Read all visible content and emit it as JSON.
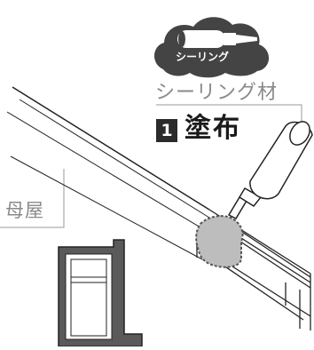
{
  "tool_badge": {
    "label": "シーリング",
    "icon": "sealant-tube-icon",
    "bg_color": "#444444"
  },
  "material_label": "シーリング材",
  "step": {
    "number": "1",
    "text": "塗布"
  },
  "beam_label": "母屋",
  "colors": {
    "line": "#222222",
    "label_gray": "#8a8a8a",
    "cloud": "#444444",
    "sealant": "#9a9a9a",
    "profile_fill": "#5a5a5a"
  }
}
